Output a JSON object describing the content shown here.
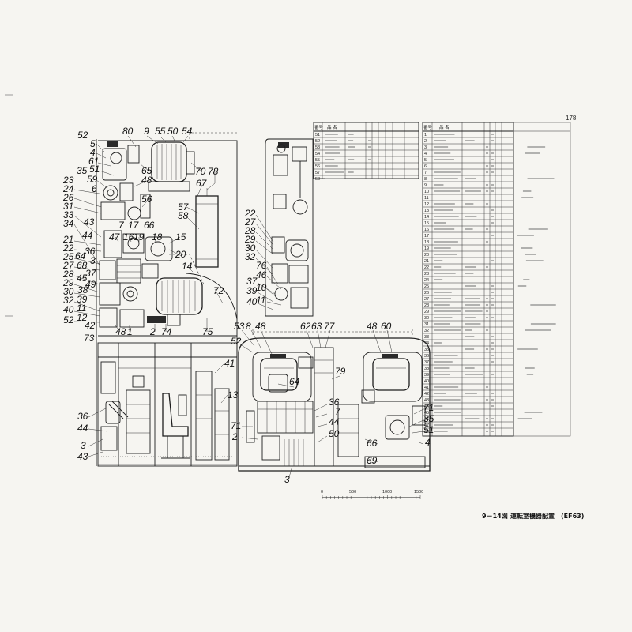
{
  "page": {
    "number": "178",
    "caption_figure": "9－14図",
    "caption_title": "運転室機器配置",
    "caption_model": "(EF63)"
  },
  "callouts": [
    "80",
    "9",
    "55",
    "50",
    "54",
    "52",
    "5",
    "4",
    "61",
    "51",
    "35",
    "59",
    "23",
    "24",
    "6",
    "26",
    "31",
    "33",
    "34",
    "65",
    "48",
    "56",
    "43",
    "7",
    "17",
    "66",
    "57",
    "58",
    "70",
    "78",
    "67",
    "47",
    "16",
    "19",
    "18",
    "15",
    "21",
    "44",
    "22",
    "36",
    "64",
    "25",
    "3",
    "27",
    "68",
    "28",
    "37",
    "45",
    "29",
    "49",
    "30",
    "38",
    "32",
    "39",
    "40",
    "11",
    "52",
    "12",
    "42",
    "73",
    "20",
    "14",
    "72",
    "48",
    "1",
    "2",
    "74",
    "75",
    "41",
    "13",
    "36",
    "44",
    "3",
    "43",
    "22",
    "27",
    "28",
    "29",
    "30",
    "32",
    "76",
    "46",
    "37",
    "10",
    "39",
    "11",
    "40",
    "53",
    "8",
    "48",
    "52",
    "62",
    "63",
    "77",
    "48",
    "60",
    "79",
    "64",
    "36",
    "7",
    "44",
    "50",
    "71",
    "2",
    "3",
    "71",
    "35",
    "51",
    "4",
    "66",
    "69"
  ],
  "scale_bar": {
    "ticks": [
      "0",
      "500",
      "1000",
      "1500"
    ]
  },
  "parts_table_top": {
    "headers": [
      "番号",
      "品 名"
    ],
    "rows": [
      "51",
      "52",
      "53",
      "54",
      "55",
      "56",
      "57",
      "58"
    ]
  },
  "parts_table_right": {
    "headers": [
      "番号",
      "品 名"
    ],
    "rows": [
      "1",
      "2",
      "3",
      "4",
      "5",
      "6",
      "7",
      "8",
      "9",
      "10",
      "11",
      "12",
      "13",
      "14",
      "15",
      "16",
      "17",
      "18",
      "19",
      "20",
      "21",
      "22",
      "23",
      "24",
      "25",
      "26",
      "27",
      "28",
      "29",
      "30",
      "31",
      "32",
      "33",
      "34",
      "35",
      "36",
      "37",
      "38",
      "39",
      "40",
      "41",
      "42",
      "43",
      "44",
      "45",
      "46",
      "47",
      "48"
    ]
  }
}
